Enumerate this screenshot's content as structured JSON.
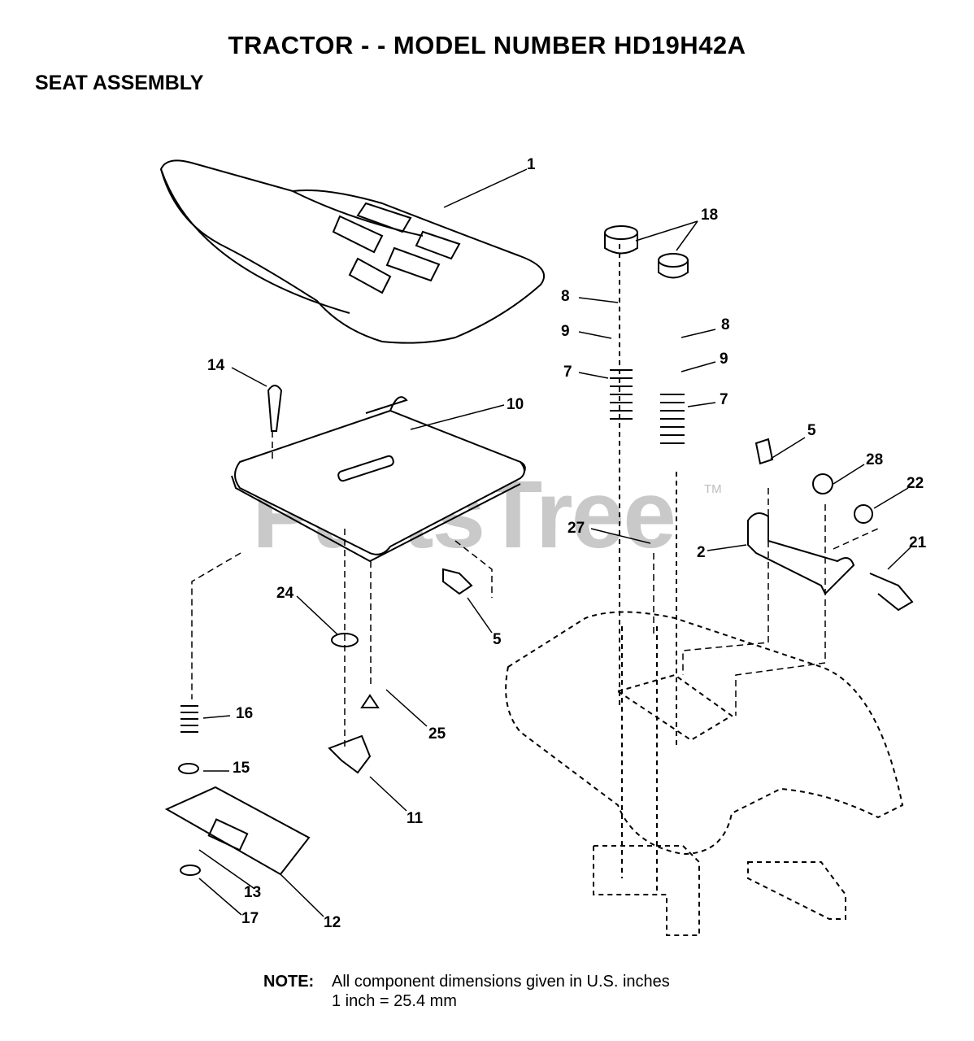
{
  "header": {
    "title": "TRACTOR - - MODEL NUMBER HD19H42A",
    "subtitle": "SEAT ASSEMBLY"
  },
  "watermark": {
    "text": "PartsTree",
    "tm": "TM"
  },
  "note": {
    "label": "NOTE:",
    "line1": "All component dimensions given in U.S. inches",
    "line2": "1 inch = 25.4 mm"
  },
  "callouts": [
    "1",
    "18",
    "8",
    "9",
    "8",
    "9",
    "7",
    "7",
    "14",
    "10",
    "5",
    "28",
    "22",
    "21",
    "27",
    "2",
    "24",
    "5",
    "16",
    "25",
    "15",
    "11",
    "13",
    "17",
    "12"
  ]
}
